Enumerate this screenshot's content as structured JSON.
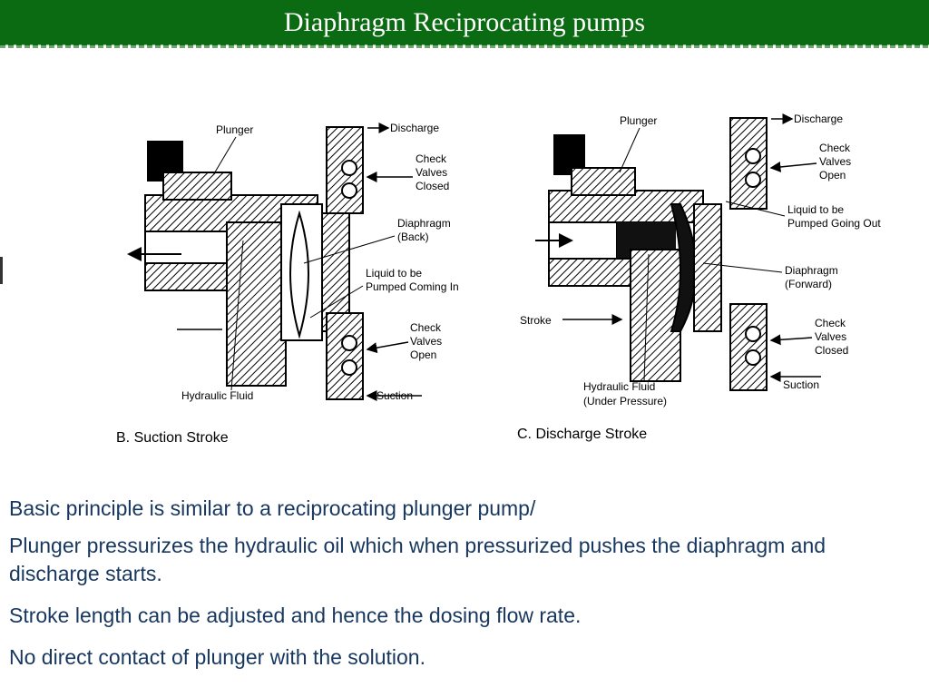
{
  "slide": {
    "title": "Diaphragm Reciprocating pumps"
  },
  "diagram_b": {
    "caption": "B. Suction Stroke",
    "labels": {
      "plunger": "Plunger",
      "discharge": "Discharge",
      "check_closed_1": "Check",
      "check_closed_2": "Valves",
      "check_closed_3": "Closed",
      "diaphragm_1": "Diaphragm",
      "diaphragm_2": "(Back)",
      "liquid_1": "Liquid to be",
      "liquid_2": "Pumped Coming In",
      "check_open_1": "Check",
      "check_open_2": "Valves",
      "check_open_3": "Open",
      "hydraulic": "Hydraulic Fluid",
      "suction": "Suction"
    }
  },
  "diagram_c": {
    "caption": "C. Discharge Stroke",
    "labels": {
      "plunger": "Plunger",
      "discharge": "Discharge",
      "check_open_1": "Check",
      "check_open_2": "Valves",
      "check_open_3": "Open",
      "liquid_1": "Liquid to be",
      "liquid_2": "Pumped Going Out",
      "diaphragm_1": "Diaphragm",
      "diaphragm_2": "(Forward)",
      "stroke": "Stroke",
      "check_closed_1": "Check",
      "check_closed_2": "Valves",
      "check_closed_3": "Closed",
      "hydraulic_1": "Hydraulic Fluid",
      "hydraulic_2": "(Under Pressure)",
      "suction": "Suction"
    }
  },
  "body": {
    "points": [
      "Basic principle is similar to a reciprocating plunger pump/",
      "Plunger pressurizes  the hydraulic oil  which when pressurized pushes the diaphragm and discharge starts.",
      "Stroke length can be adjusted and hence the dosing flow rate.",
      "No direct contact of plunger with the solution."
    ]
  }
}
